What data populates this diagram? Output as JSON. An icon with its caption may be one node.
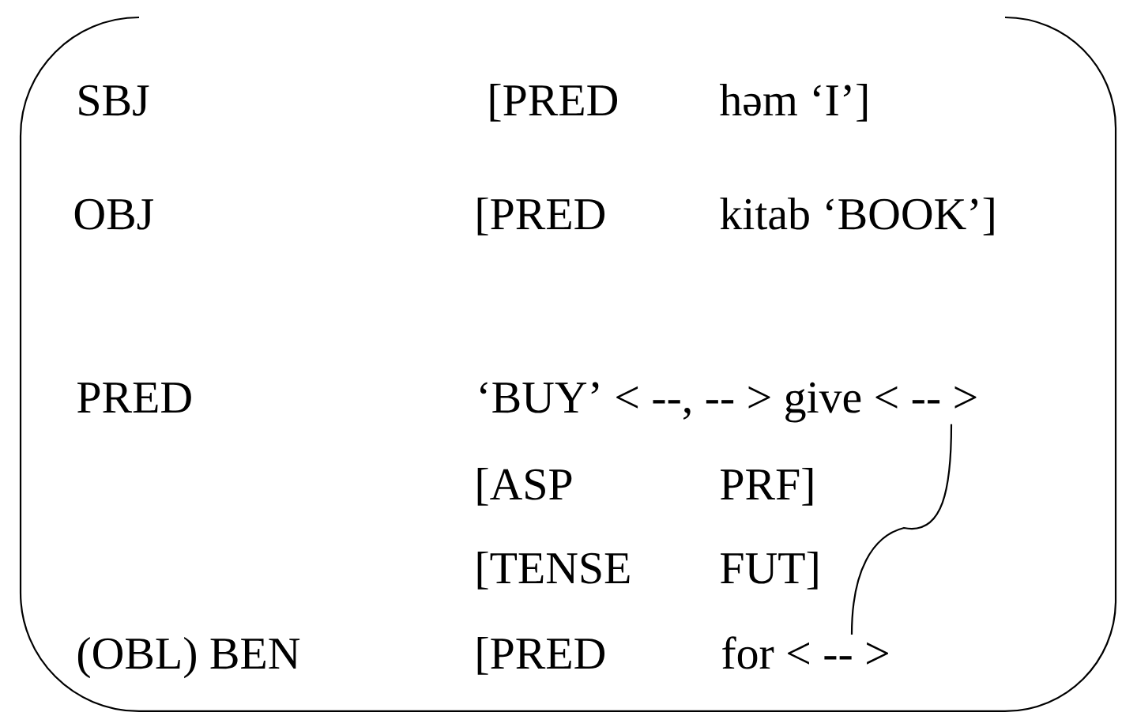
{
  "diagram": {
    "nodes": [
      {
        "text": [
          "‘BUY’ < --, -- > give < -- >"
        ]
      },
      {
        "text": [
          "for < -- >"
        ]
      }
    ],
    "edges": [
      {
        "from": 0,
        "to": 1,
        "arrow": "none"
      }
    ],
    "labels": [
      "SBJ",
      "[PRED",
      "həm ‘I’]",
      "OBJ",
      "[PRED",
      "kitab ‘BOOK’]",
      "PRED",
      "[ASP",
      "PRF]",
      "[TENSE",
      "FUT]",
      "(OBL) BEN",
      "[PRED"
    ]
  }
}
